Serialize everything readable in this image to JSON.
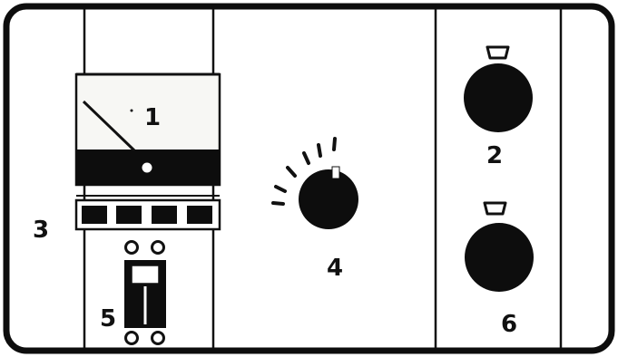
{
  "labels": {
    "meter": "1",
    "upper_knob": "2",
    "button_strip": "3",
    "selector_knob": "4",
    "slider": "5",
    "lower_knob": "6"
  },
  "colors": {
    "ink": "#0d0d0d",
    "panel": "#ffffff",
    "meter_face": "#f7f7f4"
  },
  "icons": {
    "meter": "analog-meter-icon",
    "knob": "round-knob-icon",
    "slider": "fader-slider-icon",
    "buttons": "push-button-strip-icon"
  }
}
